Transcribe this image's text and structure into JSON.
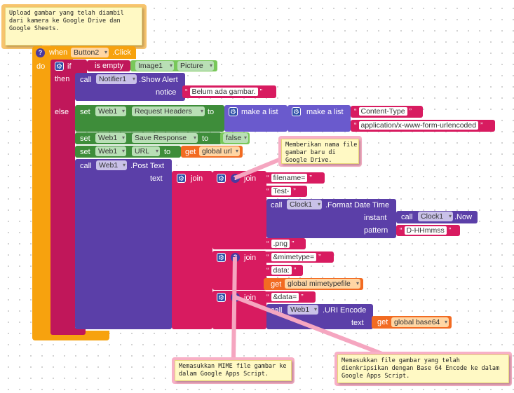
{
  "comments": {
    "upload": "Upload gambar yang telah diambil\ndari kamera ke Google Drive dan\nGoogle Sheets.",
    "filename": "Memberikan nama file\ngambar baru di\nGoogle Drive.",
    "mime": "Memasukkan MIME file gambar ke\ndalam Google Apps Script.",
    "data": "Memasukkan file gambar yang telah\ndienkripsikan dengan Base 64 Encode ke dalam\nGoogle Apps Script."
  },
  "event": {
    "when": "when",
    "component": "Button2",
    "event": ".Click",
    "do": "do"
  },
  "if_block": {
    "if": "if",
    "is_empty": "is empty",
    "component": "Image1",
    "property": "Picture",
    "then": "then",
    "else": "else"
  },
  "alert": {
    "call": "call",
    "component": "Notifier1",
    "method": ".Show Alert",
    "notice": "notice",
    "text": "Belum ada gambar."
  },
  "headers": {
    "set": "set",
    "component": "Web1",
    "property": "Request Headers",
    "to": "to",
    "make_list": "make a list",
    "key": "Content-Type",
    "value": "application/x-www-form-urlencoded"
  },
  "save_response": {
    "set": "set",
    "component": "Web1",
    "property": "Save Response",
    "to": "to",
    "value": "false"
  },
  "url": {
    "set": "set",
    "component": "Web1",
    "property": "URL",
    "to": "to",
    "get": "get",
    "var": "global url"
  },
  "post": {
    "call": "call",
    "component": "Web1",
    "method": ".Post Text",
    "text": "text",
    "join": "join"
  },
  "strings": {
    "filename": "filename=",
    "test": "Test-",
    "png": ".png",
    "mimetype": "&mimetype=",
    "data_prefix": "data:",
    "data": "&data=",
    "pattern": "D-HHmmss"
  },
  "clock": {
    "call": "call",
    "component": "Clock1",
    "method": ".Format Date Time",
    "instant": "instant",
    "pattern": "pattern",
    "now": ".Now"
  },
  "mime_get": {
    "get": "get",
    "var": "global mimetypefile"
  },
  "uri": {
    "call": "call",
    "component": "Web1",
    "method": ".URI Encode",
    "text": "text",
    "get": "get",
    "var": "global base64"
  },
  "colors": {
    "event": "#f7a20e",
    "control": "#c0175a",
    "component": "#5b3fa8",
    "setter": "#3e8d3a",
    "text": "#d81b60",
    "list": "#6a5acd",
    "variable": "#f26b22",
    "logic": "#79c85a",
    "comment": "#fff9c4"
  }
}
